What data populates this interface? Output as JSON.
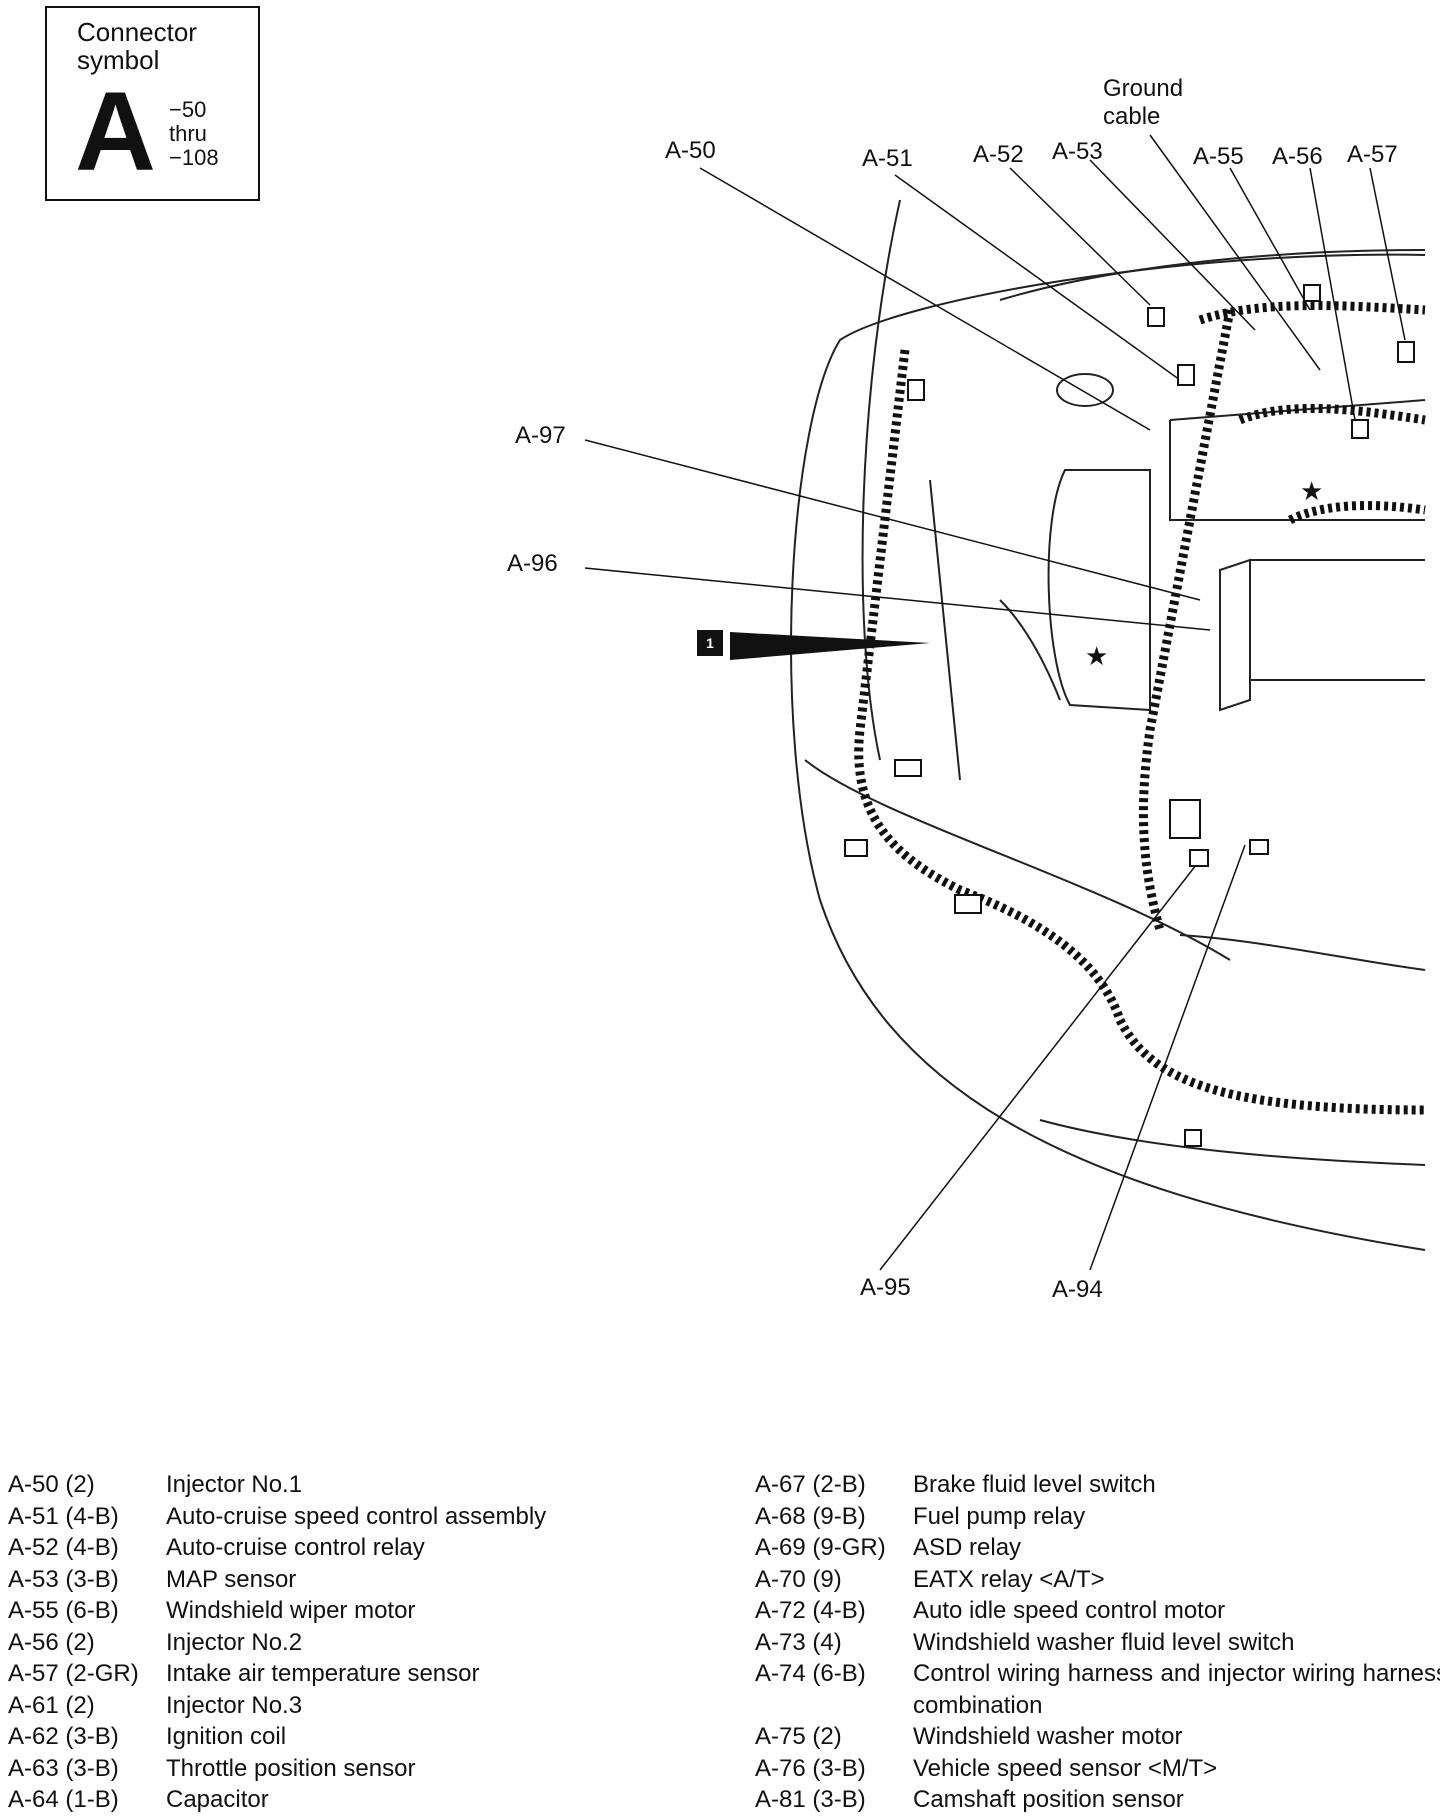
{
  "legend": {
    "title": "Connector symbol",
    "letter": "A",
    "range_lines": [
      "−50",
      "thru",
      "−108"
    ]
  },
  "callouts": {
    "ground_cable": "Ground cable",
    "a50": "A-50",
    "a51": "A-51",
    "a52": "A-52",
    "a53": "A-53",
    "a55": "A-55",
    "a56": "A-56",
    "a57": "A-57",
    "a97": "A-97",
    "a96": "A-96",
    "a95": "A-95",
    "a94": "A-94",
    "marker_1": "1"
  },
  "connectors_left": [
    {
      "id": "A-50 (2)",
      "desc": "Injector No.1"
    },
    {
      "id": "A-51 (4-B)",
      "desc": "Auto-cruise speed control assembly"
    },
    {
      "id": "A-52 (4-B)",
      "desc": "Auto-cruise control relay"
    },
    {
      "id": "A-53 (3-B)",
      "desc": "MAP sensor"
    },
    {
      "id": "A-55 (6-B)",
      "desc": "Windshield wiper motor"
    },
    {
      "id": "A-56 (2)",
      "desc": "Injector No.2"
    },
    {
      "id": "A-57 (2-GR)",
      "desc": "Intake air temperature sensor"
    },
    {
      "id": "A-61 (2)",
      "desc": "Injector No.3"
    },
    {
      "id": "A-62 (3-B)",
      "desc": "Ignition coil"
    },
    {
      "id": "A-63 (3-B)",
      "desc": "Throttle position sensor"
    },
    {
      "id": "A-64 (1-B)",
      "desc": "Capacitor"
    }
  ],
  "connectors_right": [
    {
      "id": "A-67 (2-B)",
      "desc": "Brake fluid level switch"
    },
    {
      "id": "A-68 (9-B)",
      "desc": "Fuel pump relay"
    },
    {
      "id": "A-69 (9-GR)",
      "desc": "ASD relay"
    },
    {
      "id": "A-70 (9)",
      "desc": "EATX relay <A/T>"
    },
    {
      "id": "A-72 (4-B)",
      "desc": "Auto idle speed control motor"
    },
    {
      "id": "A-73 (4)",
      "desc": "Windshield washer fluid level switch"
    },
    {
      "id": "A-74 (6-B)",
      "desc": "Control wiring harness and injector wiring harness combination"
    },
    {
      "id": "A-75 (2)",
      "desc": "Windshield washer motor"
    },
    {
      "id": "A-76 (3-B)",
      "desc": "Vehicle speed sensor <M/T>"
    },
    {
      "id": "A-81 (3-B)",
      "desc": "Camshaft position sensor"
    }
  ]
}
